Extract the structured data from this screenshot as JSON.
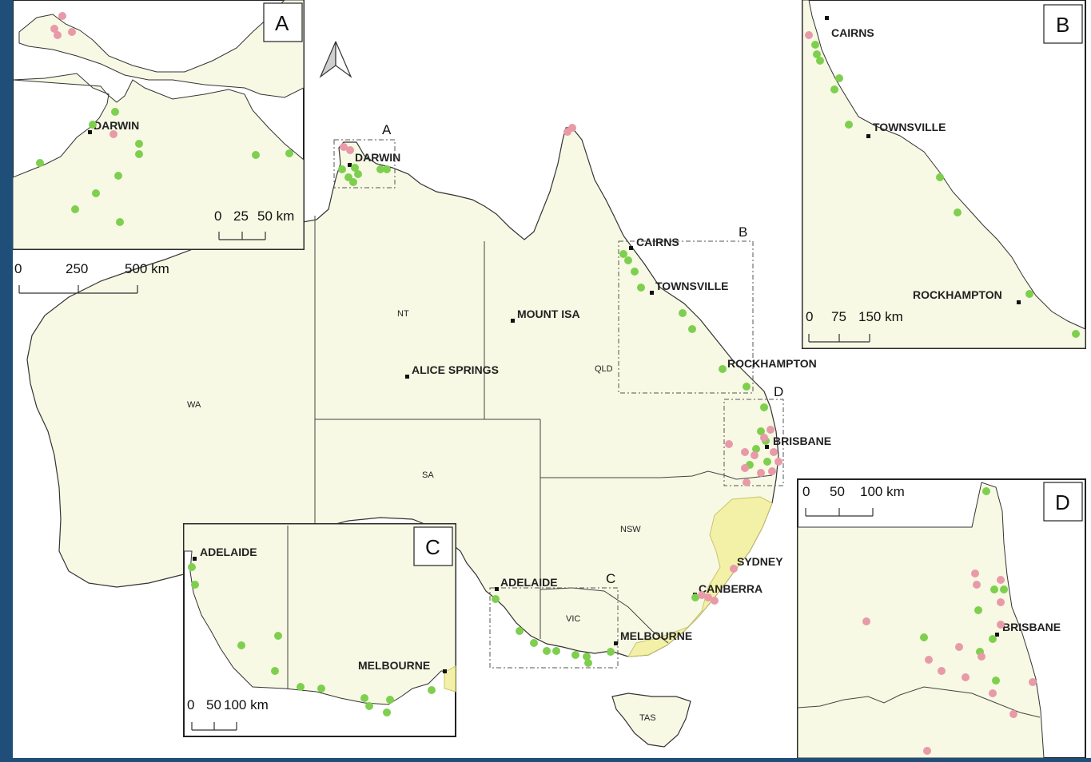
{
  "colors": {
    "background": "#1f4e79",
    "land": "#f7f9e4",
    "highlight_region": "#f3f1a8",
    "green_marker": "#7fcf4f",
    "pink_marker": "#e89aa8",
    "outline": "#333333"
  },
  "north_arrow_icon": "north-arrow-icon",
  "states": [
    "WA",
    "NT",
    "SA",
    "QLD",
    "NSW",
    "VIC",
    "TAS"
  ],
  "main_cities": [
    "DARWIN",
    "CAIRNS",
    "TOWNSVILLE",
    "MOUNT ISA",
    "ALICE SPRINGS",
    "ROCKHAMPTON",
    "BRISBANE",
    "SYDNEY",
    "CANBERRA",
    "ADELAIDE",
    "MELBOURNE"
  ],
  "main_box_labels": [
    "A",
    "B",
    "C",
    "D"
  ],
  "main_scale": [
    "0",
    "250",
    "500 km"
  ],
  "insets": {
    "A": {
      "letter": "A",
      "cities": [
        "DARWIN"
      ],
      "scale": [
        "0",
        "25",
        "50 km"
      ]
    },
    "B": {
      "letter": "B",
      "cities": [
        "CAIRNS",
        "TOWNSVILLE",
        "ROCKHAMPTON"
      ],
      "scale": [
        "0",
        "75",
        "150 km"
      ]
    },
    "C": {
      "letter": "C",
      "cities": [
        "ADELAIDE",
        "MELBOURNE"
      ],
      "scale": [
        "0",
        "50",
        "100 km"
      ]
    },
    "D": {
      "letter": "D",
      "cities": [
        "BRISBANE"
      ],
      "scale": [
        "0",
        "50",
        "100 km"
      ]
    }
  }
}
